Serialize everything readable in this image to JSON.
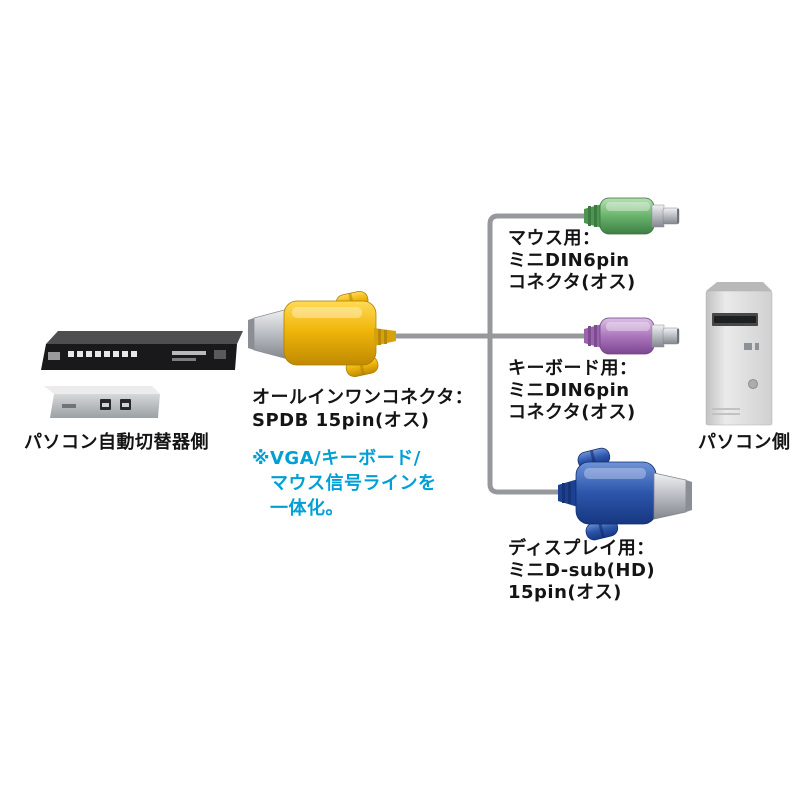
{
  "labels": {
    "kvm_side": "パソコン自動切替器側",
    "pc_side": "パソコン側",
    "allinone": [
      "オールインワンコネクタ：",
      "SPDB 15pin(オス)"
    ],
    "note": [
      "※VGA/キーボード/",
      "マウス信号ラインを",
      "一体化。"
    ],
    "mouse": [
      "マウス用：",
      "ミニDIN6pin",
      "コネクタ(オス)"
    ],
    "keyboard": [
      "キーボード用：",
      "ミニDIN6pin",
      "コネクタ(オス)"
    ],
    "display": [
      "ディスプレイ用：",
      "ミニD-sub(HD)",
      "15pin(オス)"
    ]
  },
  "colors": {
    "label_text": "#141414",
    "note_text": "#00a0d6",
    "cable": "#97989b",
    "connector_yellow": "#f0b60c",
    "connector_green": "#69b36c",
    "connector_purple": "#ab77bc",
    "connector_blue": "#2c55ab",
    "metal": "#b9bcc2"
  }
}
